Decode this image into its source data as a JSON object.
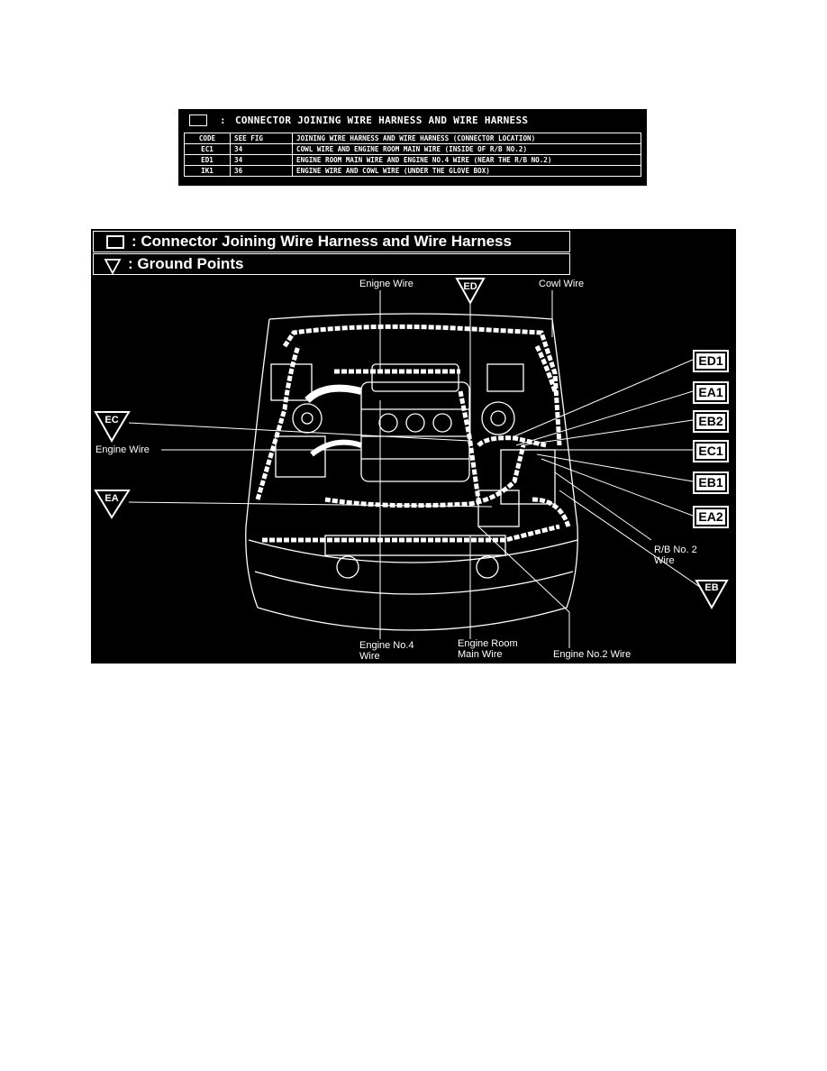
{
  "code_table": {
    "title": "CONNECTOR JOINING WIRE HARNESS AND WIRE HARNESS",
    "headers": [
      "CODE",
      "SEE FIG",
      "JOINING WIRE HARNESS AND WIRE HARNESS (CONNECTOR LOCATION)"
    ],
    "rows": [
      [
        "EC1",
        "34",
        "COWL WIRE AND ENGINE ROOM MAIN WIRE (INSIDE OF R/B NO.2)"
      ],
      [
        "ED1",
        "34",
        "ENGINE ROOM MAIN WIRE AND ENGINE NO.4 WIRE (NEAR THE R/B NO.2)"
      ],
      [
        "IK1",
        "36",
        "ENGINE WIRE AND COWL WIRE (UNDER THE GLOVE BOX)"
      ]
    ]
  },
  "diagram": {
    "legend_connector": "Connector Joining Wire Harness and Wire Harness",
    "legend_ground": "Ground Points",
    "labels": {
      "engine_wire_top": "Enigne Wire",
      "cowl_wire": "Cowl Wire",
      "engine_wire_left": "Engine Wire",
      "engine_no4_line1": "Engine No.4",
      "engine_no4_line2": "Wire",
      "engine_room_line1": "Engine Room",
      "engine_room_line2": "Main Wire",
      "engine_no2": "Engine No.2 Wire",
      "rb_line1": "R/B No. 2",
      "rb_line2": "Wire"
    },
    "ground_points": [
      "ED",
      "EC",
      "EA",
      "EB"
    ],
    "connectors": [
      "ED1",
      "EA1",
      "EB2",
      "EC1",
      "EB1",
      "EA2"
    ]
  },
  "colors": {
    "background": "#000000",
    "foreground": "#ffffff"
  }
}
